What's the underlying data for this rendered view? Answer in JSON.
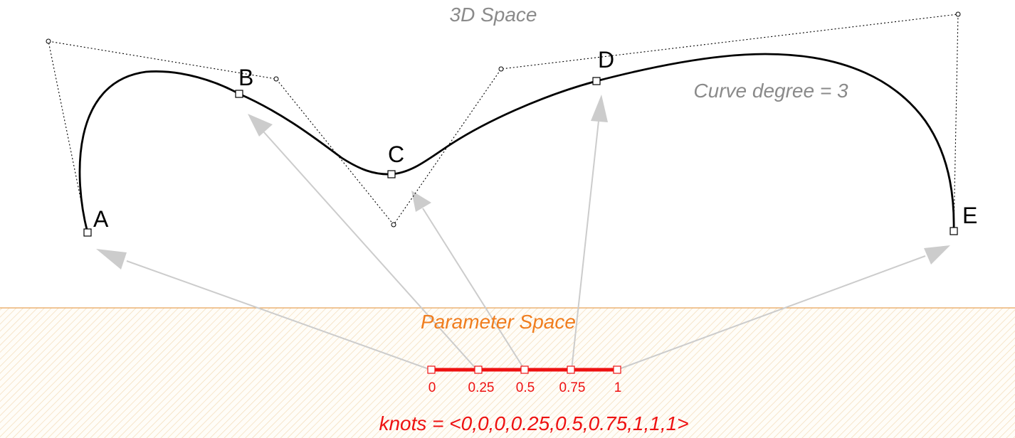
{
  "labels": {
    "top_title": "3D Space",
    "degree": "Curve degree = 3",
    "param_title": "Parameter Space",
    "knots": "knots = <0,0,0,0.25,0.5,0.75,1,1,1>"
  },
  "curve_points": {
    "a": "A",
    "b": "B",
    "c": "C",
    "d": "D",
    "e": "E"
  },
  "parameter_ticks": [
    "0",
    "0.25",
    "0.5",
    "0.75",
    "1"
  ],
  "colors": {
    "curve": "#000000",
    "title_gray": "#8a8a8a",
    "param_orange": "#f07d1e",
    "knot_red": "#ee1111",
    "arrow_gray": "#cccccc",
    "hatch": "#f3dcb8",
    "divider": "#e7a45a"
  }
}
